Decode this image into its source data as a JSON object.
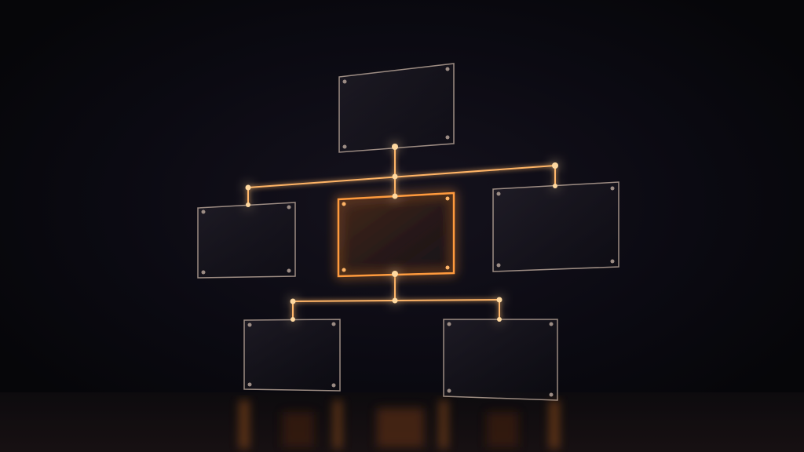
{
  "scene": {
    "subject": "org-chart-diagram",
    "colors": {
      "background_top": "#0c0b14",
      "background_bottom": "#07070c",
      "glow": "#ff9a3c",
      "line": "#ffb466",
      "node_hot": "#ffcf8a",
      "panel_fill": "#1a1820",
      "panel_edge": "#d9c2b0",
      "highlight_edge": "#ff9a3c",
      "floor": "#120e10",
      "floor_glow": "#8a4a18"
    },
    "panels": [
      {
        "role": "top-panel",
        "highlighted": false
      },
      {
        "role": "middle-left-panel",
        "highlighted": false
      },
      {
        "role": "middle-center-panel",
        "highlighted": true
      },
      {
        "role": "middle-right-panel",
        "highlighted": false
      },
      {
        "role": "bottom-left-panel",
        "highlighted": false
      },
      {
        "role": "bottom-right-panel",
        "highlighted": false
      }
    ]
  }
}
